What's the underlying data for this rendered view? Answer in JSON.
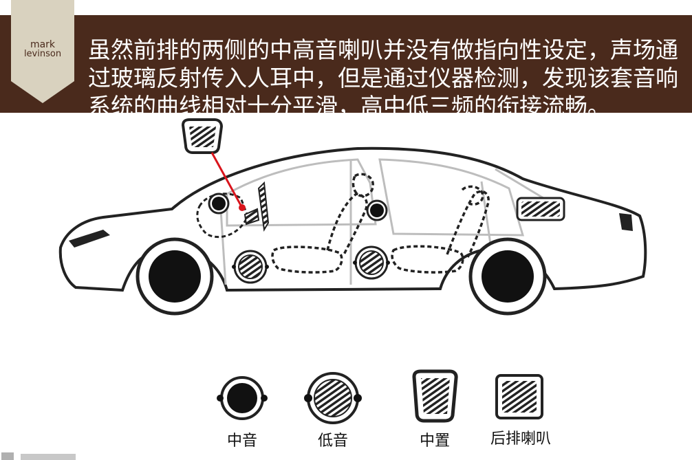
{
  "banner": {
    "text": "虽然前排的两侧的中高音喇叭并没有做指向性设定，声场通过玻璃反射传入人耳中，但是通过仪器检测，发现该套音响系统的曲线相对十分平滑，高中低三频的衔接流畅。",
    "background_color": "#4a2a1c",
    "text_color": "#ffffff"
  },
  "logo": {
    "line1": "mark",
    "line2": "levinson",
    "tag_color": "#d9d2bf"
  },
  "legend": {
    "items": [
      {
        "label": "中音",
        "icon": "midrange-speaker-icon"
      },
      {
        "label": "低音",
        "icon": "woofer-speaker-icon"
      },
      {
        "label": "中置",
        "icon": "center-speaker-icon"
      },
      {
        "label": "后排喇叭",
        "icon": "rear-speaker-icon"
      }
    ]
  },
  "colors": {
    "callout_line": "#d9141c",
    "outline": "#222222"
  }
}
